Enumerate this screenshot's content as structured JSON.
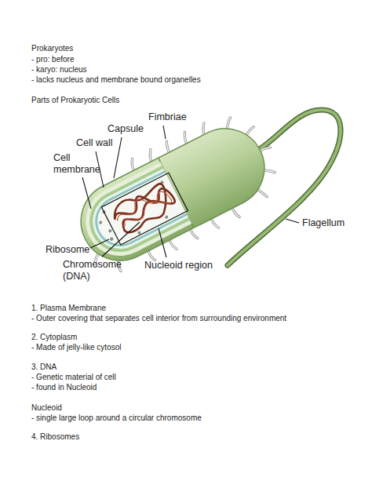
{
  "diagram": {
    "title": "Prokaryotes",
    "labels": [
      "- pro: before",
      "- karyo: nucleus",
      "- lacks nucleus and membrane bound organelles",
      "Parts of Prokaryotic Cells",
      "Fimbriae",
      "Capsule",
      "Cell wall",
      "Cell membrane",
      "Flagellum",
      "Ribosome",
      "Chromosome (DNA)",
      "Nucleoid region",
      "1. Plasma Membrane",
      "- Outer covering that separates cell interior from surrounding environment",
      "2. Cytoplasm",
      "- Made of jelly-like cytosol",
      "3. DNA",
      "- Genetic material of cell",
      "- found in Nucleoid",
      "Nucleoid",
      "- single large loop around a circular chromosome",
      "4. Ribosomes"
    ]
  }
}
